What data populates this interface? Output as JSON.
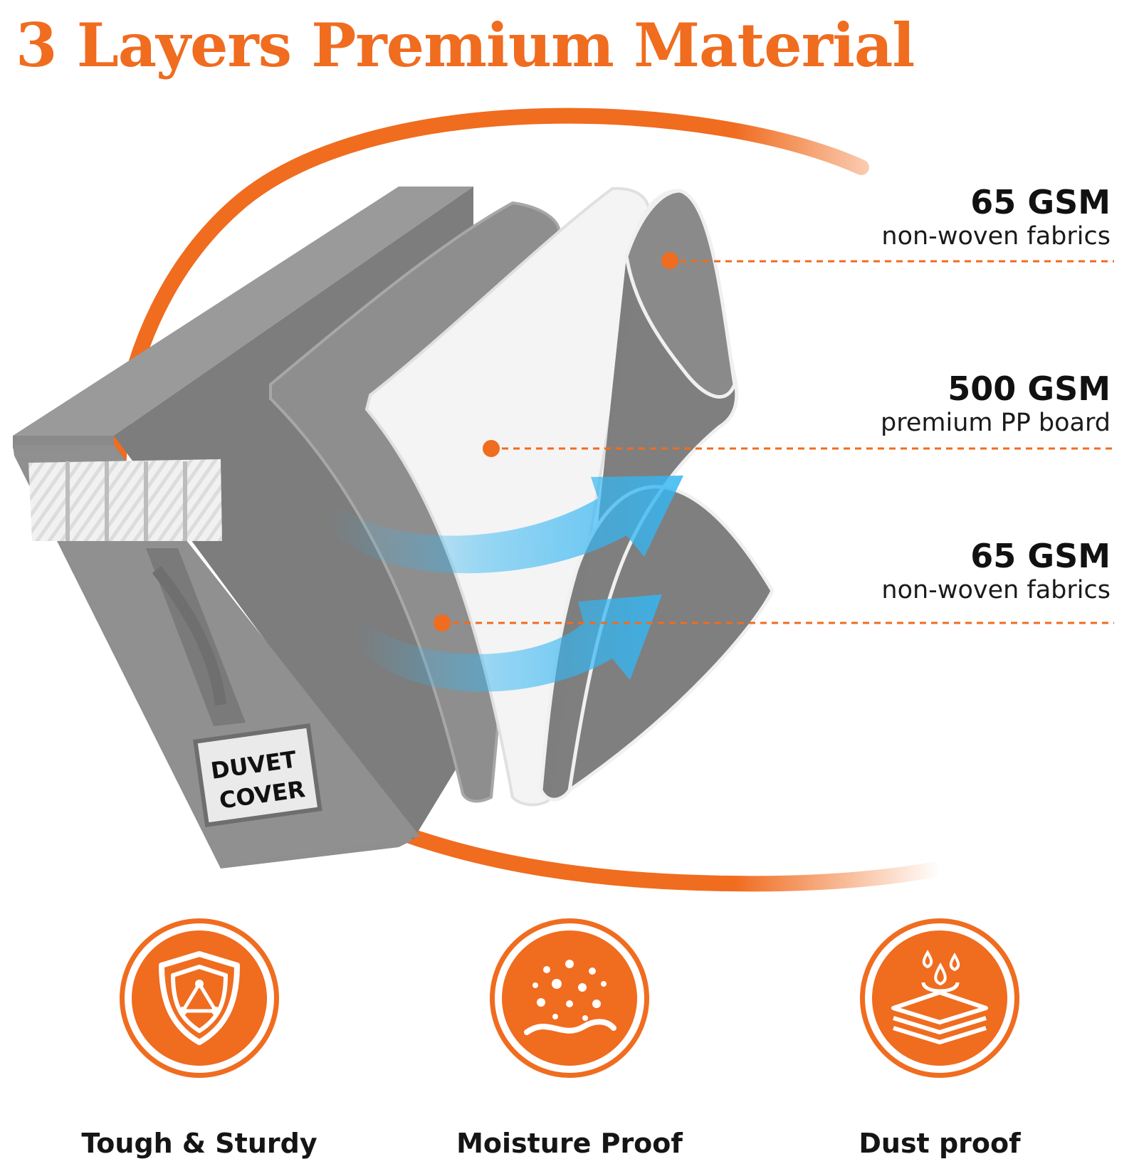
{
  "title": "3 Layers Premium Material",
  "colors": {
    "accent": "#F06C1F",
    "box_gray": "#8c8c8c",
    "layer_white": "#f3f3f3",
    "airflow_blue": "#35b6f2"
  },
  "product_label": {
    "line1": "DUVET",
    "line2": "COVER"
  },
  "layers": [
    {
      "gsm": "65 GSM",
      "description": "non-woven fabrics"
    },
    {
      "gsm": "500 GSM",
      "description": "premium PP board"
    },
    {
      "gsm": "65 GSM",
      "description": "non-woven fabrics"
    }
  ],
  "features": [
    {
      "label": "Tough & Sturdy",
      "icon": "shield-icon"
    },
    {
      "label": "Moisture Proof",
      "icon": "moisture-icon"
    },
    {
      "label": "Dust proof",
      "icon": "layers-droplet-icon"
    }
  ]
}
